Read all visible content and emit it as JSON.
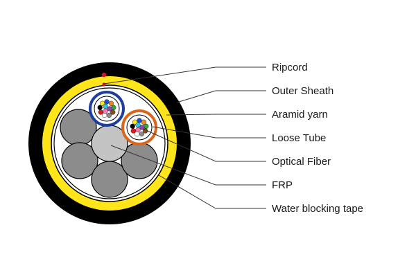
{
  "colors": {
    "jacket": "#000000",
    "aramid": "#ffe51a",
    "inner_ring": "#ffffff",
    "filler": "#8c8c8c",
    "frp": "#c4c4c4",
    "tube_blue": "#1f3fa0",
    "tube_orange": "#d9661a",
    "ripcord": "#d4141e",
    "leader": "#333333"
  },
  "fiber_colors": [
    "#1f4fd1",
    "#f08a1c",
    "#2eaa3e",
    "#8b4a1e",
    "#8a8a8a",
    "#ffffff",
    "#e3171d",
    "#000000",
    "#ffe51a",
    "#8e44ad",
    "#ff77b4",
    "#33c6d6"
  ],
  "callouts": [
    {
      "id": "ripcord",
      "text": "Ripcord",
      "icon": "ripcord-marker"
    },
    {
      "id": "outer-sheath",
      "text": "Outer Sheath",
      "icon": "outer-sheath-ring"
    },
    {
      "id": "aramid-yarn",
      "text": "Aramid yarn",
      "icon": "aramid-layer"
    },
    {
      "id": "loose-tube",
      "text": "Loose Tube",
      "icon": "loose-tube"
    },
    {
      "id": "optical-fiber",
      "text": "Optical Fiber",
      "icon": "optical-fiber"
    },
    {
      "id": "frp",
      "text": "FRP",
      "icon": "frp-core"
    },
    {
      "id": "water-blocking-tape",
      "text": "Water blocking tape",
      "icon": "water-blocking-tape-ring"
    }
  ]
}
